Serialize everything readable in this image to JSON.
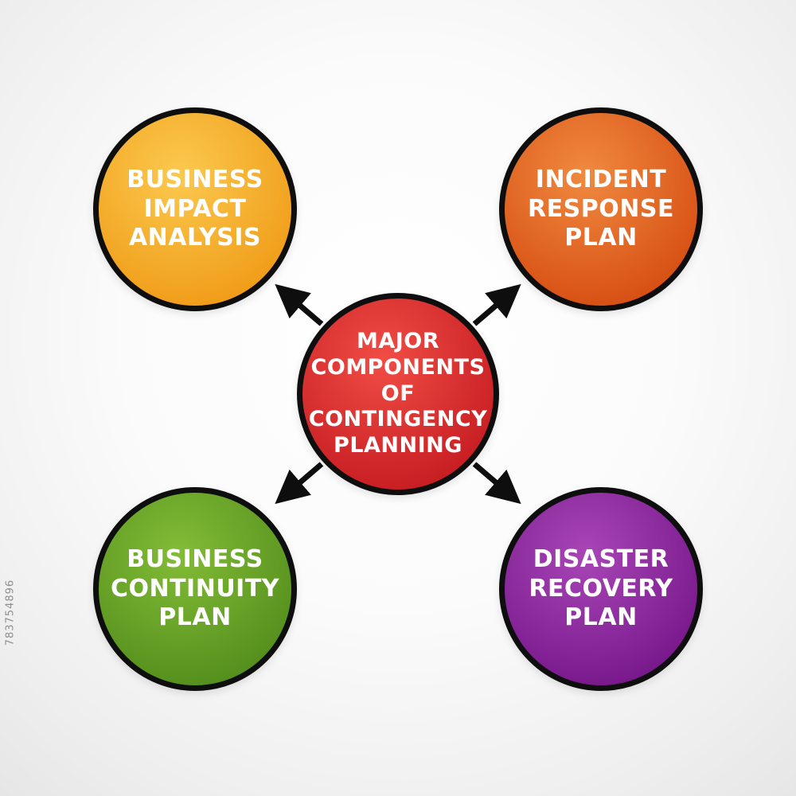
{
  "diagram": {
    "title": "Major Components of Contingency Planning mind map",
    "nodes": {
      "center": {
        "lines": [
          "MAJOR",
          "COMPONENTS",
          "OF",
          "CONTINGENCY",
          "PLANNING"
        ],
        "color_light": "#f14d45",
        "color_dark": "#c2181f"
      },
      "business_impact": {
        "lines": [
          "BUSINESS",
          "IMPACT",
          "ANALYSIS"
        ],
        "color_light": "#fbc94f",
        "color_dark": "#ef9712"
      },
      "incident_response": {
        "lines": [
          "INCIDENT",
          "RESPONSE",
          "PLAN"
        ],
        "color_light": "#f08a40",
        "color_dark": "#d4480e"
      },
      "business_continuity": {
        "lines": [
          "BUSINESS",
          "CONTINUITY",
          "PLAN"
        ],
        "color_light": "#83bc36",
        "color_dark": "#4f8a1a"
      },
      "disaster_recovery": {
        "lines": [
          "DISASTER",
          "RECOVERY",
          "PLAN"
        ],
        "color_light": "#a846b6",
        "color_dark": "#721386"
      }
    },
    "arrow_color": "#0e0e0e"
  },
  "watermark": "783754896"
}
